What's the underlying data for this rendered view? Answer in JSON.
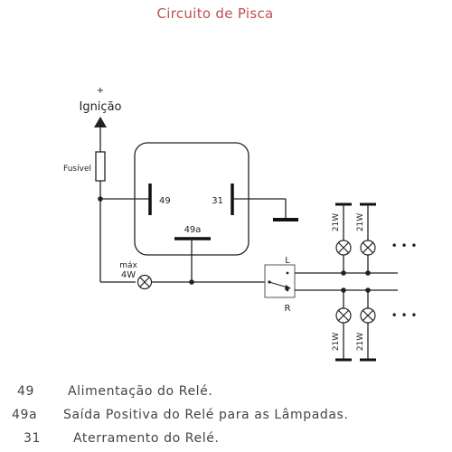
{
  "title": "Circuito de Pisca",
  "labels": {
    "plus": "+",
    "ignition": "Ignição",
    "fuse": "Fusível",
    "terminal_49": "49",
    "terminal_31": "31",
    "terminal_49a": "49a",
    "max": "máx",
    "power": "4W",
    "left": "L",
    "right": "R",
    "lamp_rating": "21W",
    "ellipsis": "• • •"
  },
  "legend": [
    {
      "code": "49",
      "description": "Alimentação do Relé."
    },
    {
      "code": "49a",
      "description": "Saída Positiva do Relé para as Lâmpadas."
    },
    {
      "code": "31",
      "description": "Aterramento do Relé."
    }
  ],
  "colors": {
    "title": "#c0504d",
    "line": "#222222",
    "text": "#444444"
  }
}
